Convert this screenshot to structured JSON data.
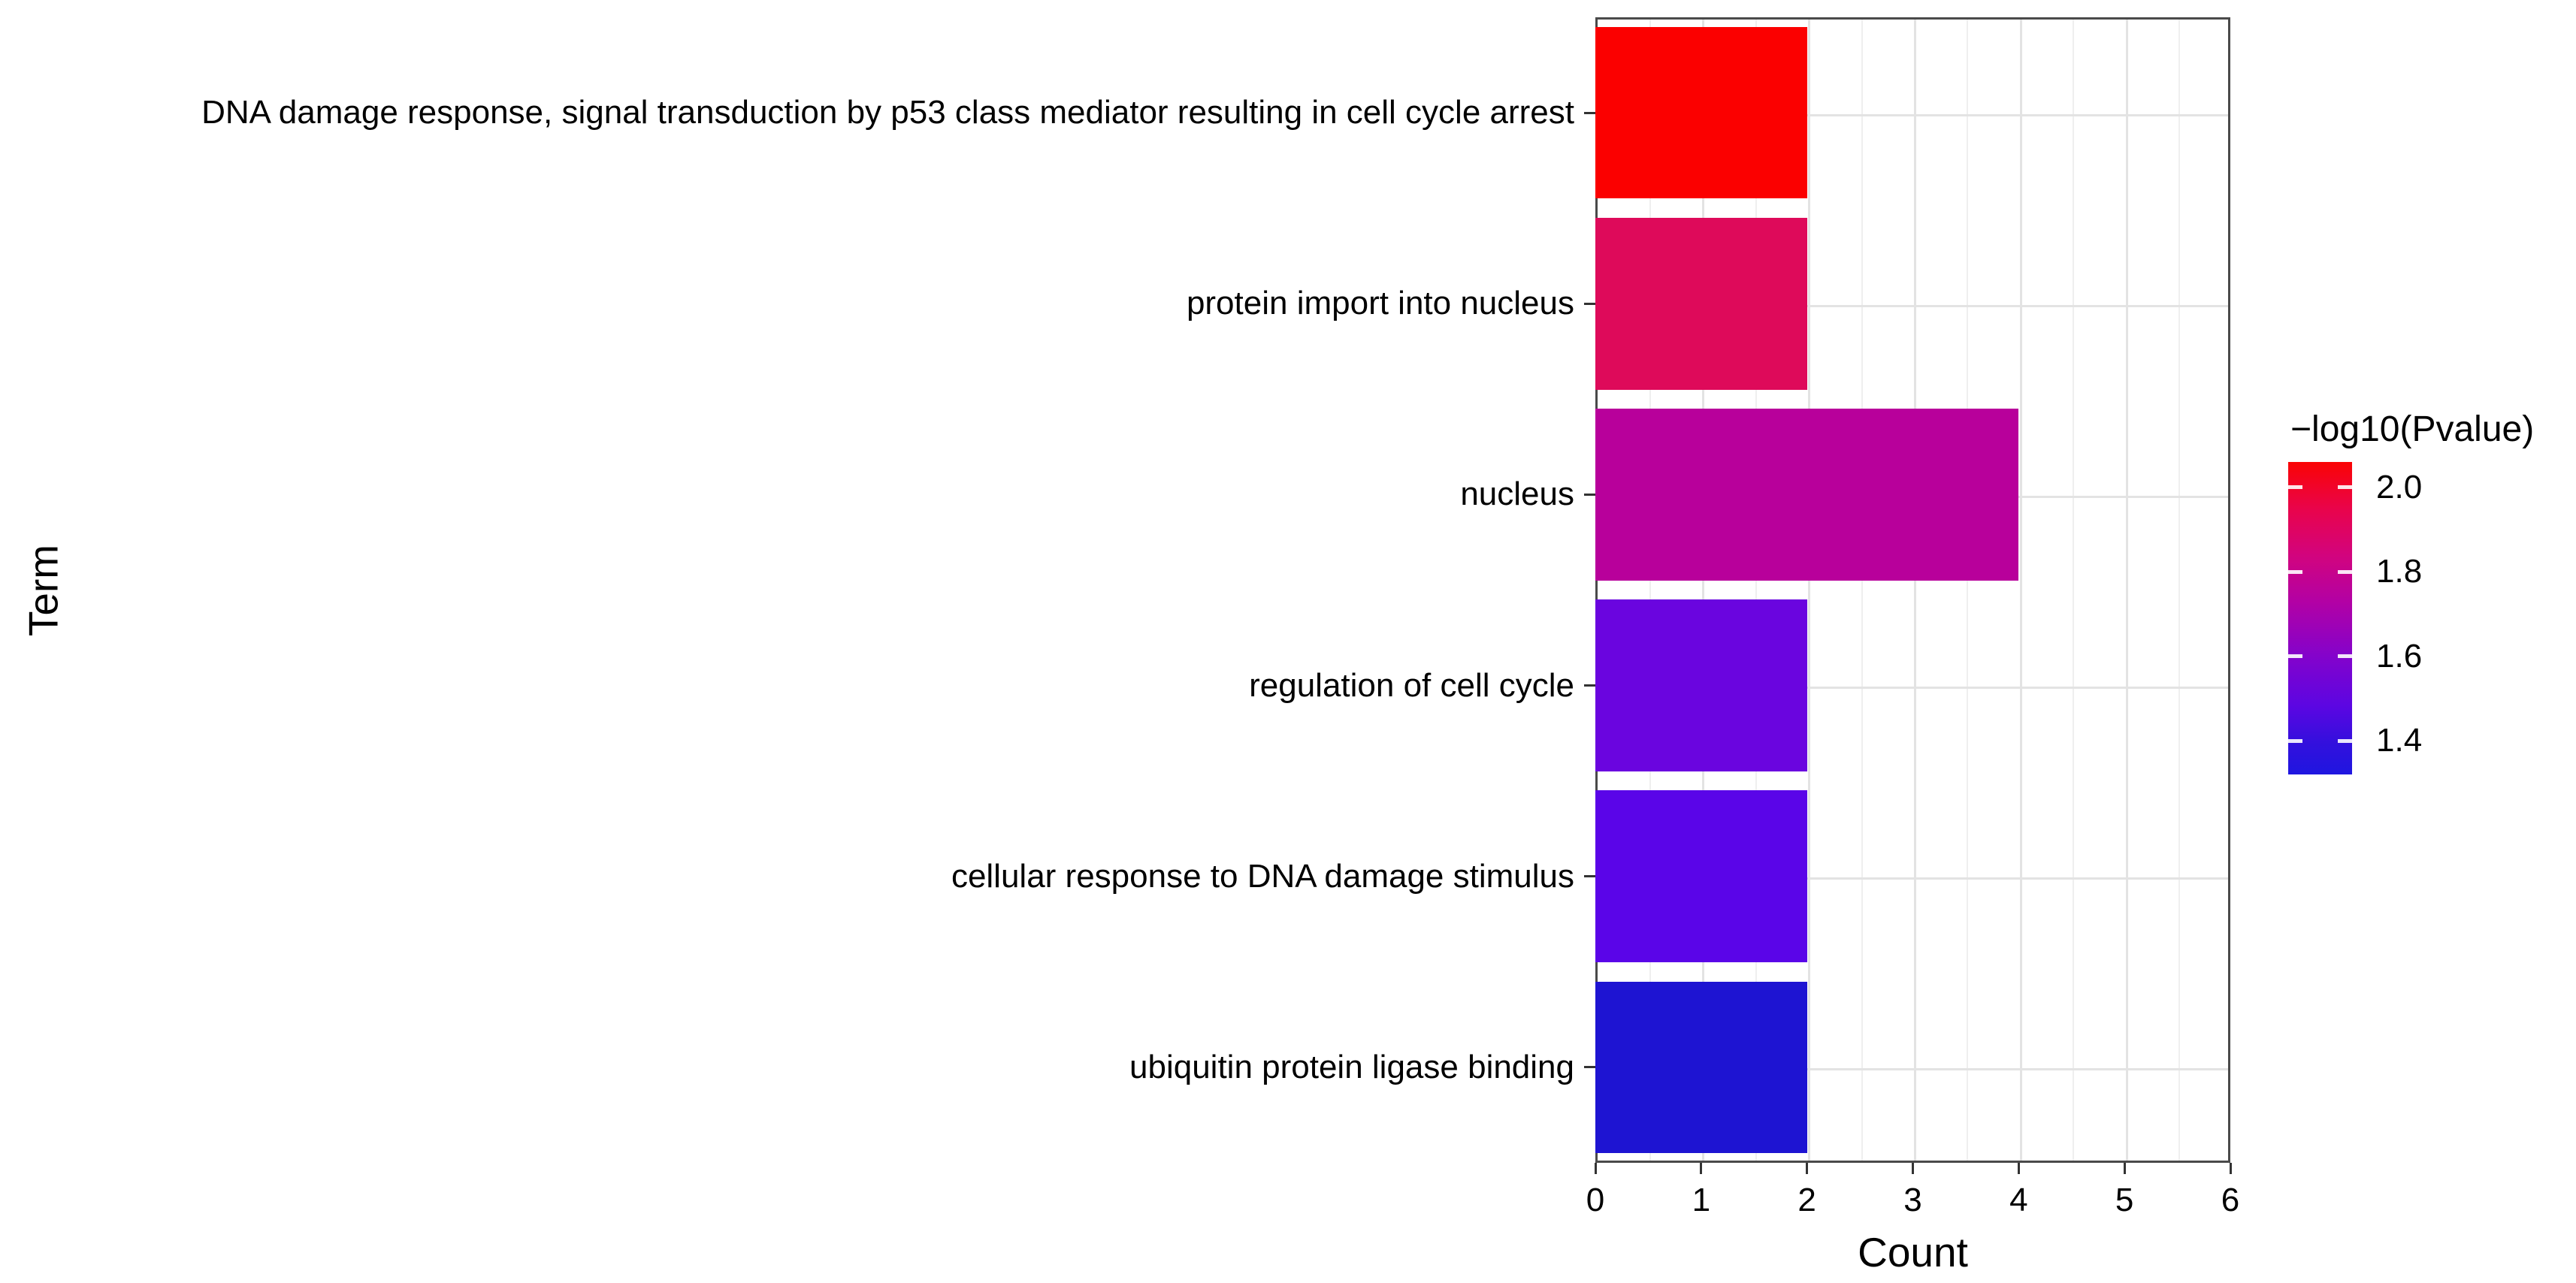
{
  "chart_data": {
    "type": "bar",
    "orientation": "horizontal",
    "title": "",
    "xlabel": "Count",
    "ylabel": "Term",
    "xlim": [
      0,
      6
    ],
    "xticks": [
      0,
      1,
      2,
      3,
      4,
      5,
      6
    ],
    "grid": "major-and-minor-vertical, major-horizontal",
    "categories": [
      "DNA damage response, signal transduction by p53 class mediator resulting in cell cycle arrest",
      "protein import into nucleus",
      "nucleus",
      "regulation of cell cycle",
      "cellular response to DNA damage stimulus",
      "ubiquitin protein ligase binding"
    ],
    "series": [
      {
        "name": "Count",
        "values": [
          2,
          2,
          4,
          2,
          2,
          2
        ]
      },
      {
        "name": "−log10(Pvalue)",
        "values": [
          2.06,
          1.9,
          1.7,
          1.48,
          1.44,
          1.32
        ]
      }
    ],
    "bar_colors": [
      "#fb0000",
      "#de0a5a",
      "#b8009b",
      "#6a05df",
      "#5a05e8",
      "#1e14d2"
    ],
    "legend": {
      "title": "−log10(Pvalue)",
      "position": "right",
      "type": "colorbar",
      "range": [
        1.32,
        2.06
      ],
      "ticks": [
        {
          "label": "2.0",
          "value": 2.0
        },
        {
          "label": "1.8",
          "value": 1.8
        },
        {
          "label": "1.6",
          "value": 1.6
        },
        {
          "label": "1.4",
          "value": 1.4
        }
      ],
      "gradient_stops": [
        {
          "offset": 0.0,
          "color": "#fa0404"
        },
        {
          "offset": 0.15,
          "color": "#e9044b"
        },
        {
          "offset": 0.3,
          "color": "#d2047e"
        },
        {
          "offset": 0.45,
          "color": "#b201a5"
        },
        {
          "offset": 0.62,
          "color": "#8403cb"
        },
        {
          "offset": 0.78,
          "color": "#5c06e2"
        },
        {
          "offset": 0.9,
          "color": "#3310dd"
        },
        {
          "offset": 1.0,
          "color": "#1f16e0"
        }
      ]
    },
    "colors": {
      "panel_border": "#4a4a4a",
      "grid_major": "#e3e3e3",
      "grid_minor": "#efefef",
      "tick": "#333333",
      "text": "#000000",
      "background": "#ffffff"
    }
  }
}
